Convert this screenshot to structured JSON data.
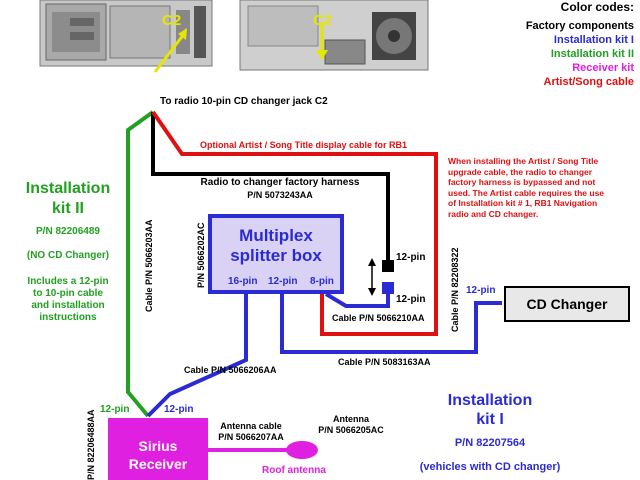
{
  "colors": {
    "kit1": "#2b2bd6",
    "kit2": "#22a022",
    "receiver": "#e020e0",
    "artist": "#e01010",
    "factory": "#000000",
    "c2_label": "#e6e600",
    "splitter_fill": "#d9d2f5",
    "splitter_border": "#2b2bd6"
  },
  "legend": {
    "title": "Color codes:",
    "factory": "Factory components",
    "kit1": "Installation kit I",
    "kit2": "Installation kit II",
    "receiver": "Receiver kit",
    "artist": "Artist/Song cable"
  },
  "c2": {
    "left": "C2",
    "right": "C2"
  },
  "radio_jack": "To radio 10-pin CD changer jack C2",
  "artist_cable": "Optional Artist / Song Title display cable for RB1",
  "factory_harness": {
    "line1": "Radio to changer factory harness",
    "line2": "P/N 5073243AA"
  },
  "note": [
    "When installing the Artist / Song Title",
    "upgrade cable, the radio to changer",
    "factory harness is bypassed and not",
    "used. The Artist cable requires the use",
    "of Installation kit # 1, RB1 Navigation",
    "radio and CD changer."
  ],
  "kit2": {
    "title1": "Installation",
    "title2": "kit II",
    "pn": "P/N 82206489",
    "sub": "(NO CD Changer)",
    "desc": [
      "Includes a 12-pin",
      "to 10-pin cable",
      "and installation",
      "instructions"
    ]
  },
  "cables": {
    "green": "Cable P/N 5066203AA",
    "splitter_side": "P/N 5066202AC",
    "red_right": "Cable P/N 82208322",
    "blue_8pin": "Cable P/N 5066210AA",
    "blue_long": "Cable P/N 5083163AA",
    "blue_receiver": "Cable P/N 5066206AA",
    "receiver_side": "P/N 82206488AA"
  },
  "splitter": {
    "line1": "Multiplex",
    "line2": "splitter box",
    "pin16": "16-pin",
    "pin12": "12-pin",
    "pin8": "8-pin"
  },
  "connectors": {
    "top": "12-pin",
    "bottom": "12-pin"
  },
  "cd_changer": {
    "pin": "12-pin",
    "label": "CD Changer"
  },
  "receiver": {
    "line1": "Sirius",
    "line2": "Receiver",
    "pin_green": "12-pin",
    "pin_blue": "12-pin",
    "antenna_cable1": "Antenna cable",
    "antenna_cable2": "P/N 5066207AA",
    "antenna1": "Antenna",
    "antenna2": "P/N 5066205AC",
    "roof": "Roof antenna"
  },
  "kit1": {
    "title1": "Installation",
    "title2": "kit I",
    "pn": "P/N 82207564",
    "sub": "(vehicles with CD changer)"
  }
}
